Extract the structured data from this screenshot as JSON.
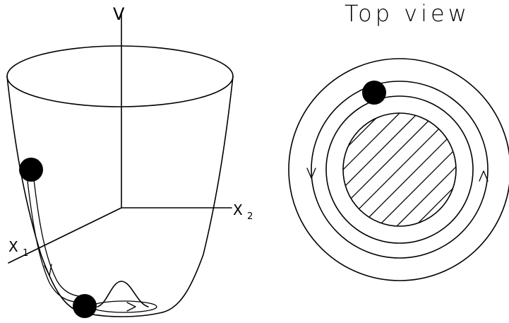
{
  "left_diagram": {
    "axis_v_label": "V",
    "axis_x1_label": "X",
    "axis_x1_subscript": "1",
    "axis_x2_label": "X",
    "axis_x2_subscript": "2"
  },
  "right_diagram": {
    "title": "Top view"
  }
}
